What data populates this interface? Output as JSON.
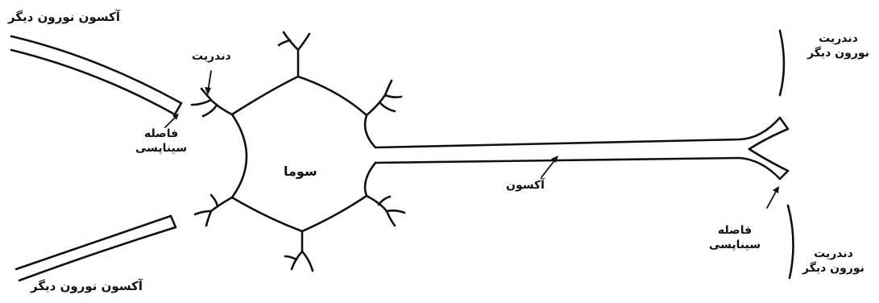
{
  "labels": {
    "axon_other_neuron_top": "آکسون نورون دیگر",
    "axon_other_neuron_bottom": "آکسون نورون دیگر",
    "dendrite": "دندریت",
    "synaptic_gap_left_line1": "فاصله",
    "synaptic_gap_left_line2": "سیناپسی",
    "soma": "سوما",
    "axon": "آکسون",
    "dendrite_other_neuron_top_line1": "دندریت",
    "dendrite_other_neuron_top_line2": "نورون دیگر",
    "synaptic_gap_right_line1": "فاصله",
    "synaptic_gap_right_line2": "سیناپسی",
    "dendrite_other_neuron_bottom_line1": "دندریت",
    "dendrite_other_neuron_bottom_line2": "نورون دیگر"
  },
  "colors": {
    "line": "#111111",
    "background": "#ffffff"
  }
}
